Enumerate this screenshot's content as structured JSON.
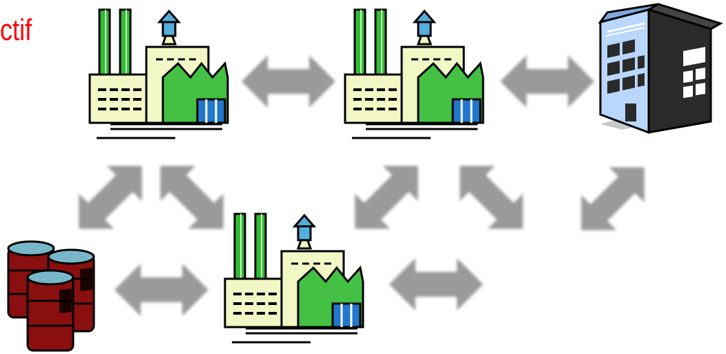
{
  "title": {
    "text": "ctif",
    "color": "#ff0000"
  },
  "colors": {
    "arrow": "#9a9a9a",
    "chimney": "#33bb33",
    "building": "#f2f7c6",
    "roof": "#44c044",
    "tower": "#55aedd",
    "window": "#2277cc",
    "office_front": "#b9d7fb",
    "office_side": "#2a2a2a",
    "barrel": "#8a0f0f",
    "barrel_top": "#78b7c9"
  },
  "diagram": {
    "nodes": [
      {
        "id": "factory-top-left",
        "type": "factory-icon"
      },
      {
        "id": "factory-top-middle",
        "type": "factory-icon"
      },
      {
        "id": "office-building",
        "type": "office-building-icon"
      },
      {
        "id": "factory-bottom",
        "type": "factory-icon"
      },
      {
        "id": "oil-barrels",
        "type": "oil-barrels-icon"
      }
    ],
    "connections": [
      {
        "from": "factory-top-left",
        "to": "factory-top-middle",
        "direction": "both"
      },
      {
        "from": "factory-top-middle",
        "to": "office-building",
        "direction": "both"
      },
      {
        "from": "oil-barrels",
        "to": "factory-bottom",
        "direction": "both"
      },
      {
        "from": "factory-bottom",
        "to": "right",
        "direction": "both"
      },
      {
        "from": "factory-top-left",
        "to": "bottom-left",
        "direction": "both"
      },
      {
        "from": "factory-top-left",
        "to": "factory-bottom",
        "direction": "both"
      },
      {
        "from": "factory-top-middle",
        "to": "factory-bottom",
        "direction": "both"
      },
      {
        "from": "factory-top-middle",
        "to": "bottom-right",
        "direction": "both"
      },
      {
        "from": "office-building",
        "to": "bottom-left",
        "direction": "both"
      }
    ]
  }
}
